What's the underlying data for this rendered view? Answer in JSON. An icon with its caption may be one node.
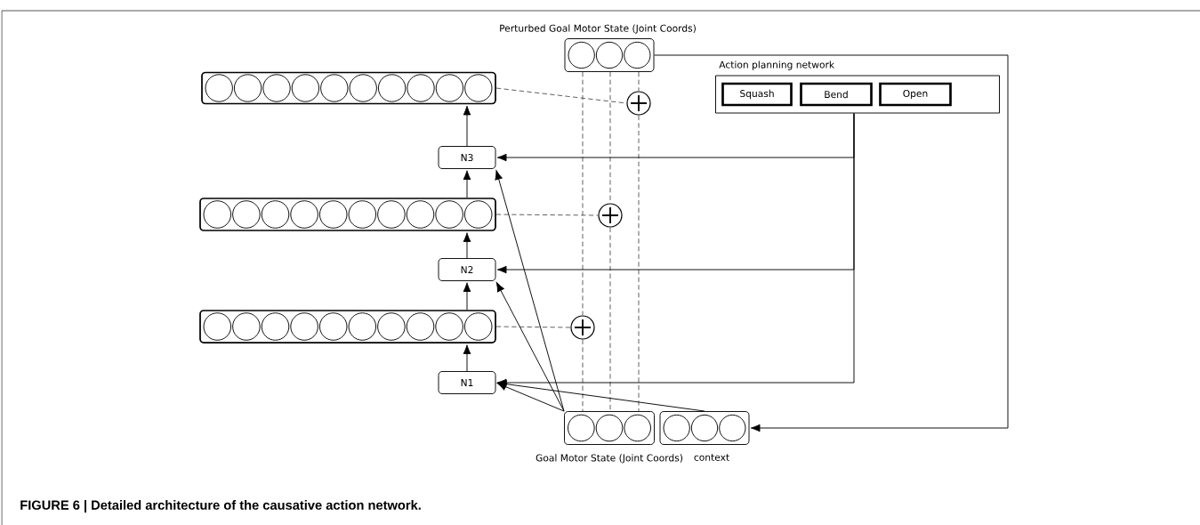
{
  "diagram": {
    "caption": "FIGURE 6 | Detailed architecture of the causative action network.",
    "nodes": [
      {
        "text": [
          "Perturbed Goal Motor State (Joint Coords)"
        ]
      },
      {
        "text": [
          "Action planning network"
        ]
      },
      {
        "text": [
          "Squash"
        ],
        "in": 1
      },
      {
        "text": [
          "Bend"
        ],
        "in": 1
      },
      {
        "text": [
          "Open"
        ],
        "in": 1
      },
      {
        "text": [],
        "shape": "bar"
      },
      {
        "text": [],
        "shape": "circle"
      },
      {
        "text": [
          "N3"
        ]
      },
      {
        "text": [],
        "shape": "bar"
      },
      {
        "text": [],
        "shape": "circle"
      },
      {
        "text": [
          "N2"
        ]
      },
      {
        "text": [],
        "shape": "bar"
      },
      {
        "text": [],
        "shape": "circle"
      },
      {
        "text": [
          "N1"
        ]
      },
      {
        "text": [
          "Goal Motor State (Joint Coords)"
        ]
      },
      {
        "text": [
          "context"
        ]
      }
    ],
    "edges": [
      {
        "from": 13,
        "to": 11,
        "arrow": "to"
      },
      {
        "from": 11,
        "to": 10,
        "arrow": "to"
      },
      {
        "from": 10,
        "to": 8,
        "arrow": "to"
      },
      {
        "from": 8,
        "to": 7,
        "arrow": "to"
      },
      {
        "from": 7,
        "to": 5,
        "arrow": "to"
      },
      {
        "from": 5,
        "to": 6,
        "arrow": "none",
        "style": "dashed",
        "color": "#555555"
      },
      {
        "from": 8,
        "to": 9,
        "arrow": "none",
        "style": "dashed",
        "color": "#555555"
      },
      {
        "from": 11,
        "to": 12,
        "arrow": "none",
        "style": "dashed",
        "color": "#555555"
      },
      {
        "from": 0,
        "to": 6,
        "arrow": "none",
        "style": "dashed",
        "color": "#555555"
      },
      {
        "from": 6,
        "to": 14,
        "arrow": "none",
        "style": "dashed",
        "color": "#555555"
      },
      {
        "from": 0,
        "to": 9,
        "arrow": "none",
        "style": "dashed",
        "color": "#555555"
      },
      {
        "from": 9,
        "to": 14,
        "arrow": "none",
        "style": "dashed",
        "color": "#555555"
      },
      {
        "from": 0,
        "to": 12,
        "arrow": "none",
        "style": "dashed",
        "color": "#555555"
      },
      {
        "from": 12,
        "to": 14,
        "arrow": "none",
        "style": "dashed",
        "color": "#555555"
      },
      {
        "from": 1,
        "to": 7,
        "arrow": "to"
      },
      {
        "from": 1,
        "to": 10,
        "arrow": "to"
      },
      {
        "from": 1,
        "to": 13,
        "arrow": "to"
      },
      {
        "from": 0,
        "to": 15,
        "arrow": "to"
      },
      {
        "from": 14,
        "to": 7,
        "arrow": "to"
      },
      {
        "from": 14,
        "to": 10,
        "arrow": "to"
      },
      {
        "from": 14,
        "to": 13,
        "arrow": "to"
      },
      {
        "from": 15,
        "to": 13,
        "arrow": "to"
      }
    ]
  }
}
